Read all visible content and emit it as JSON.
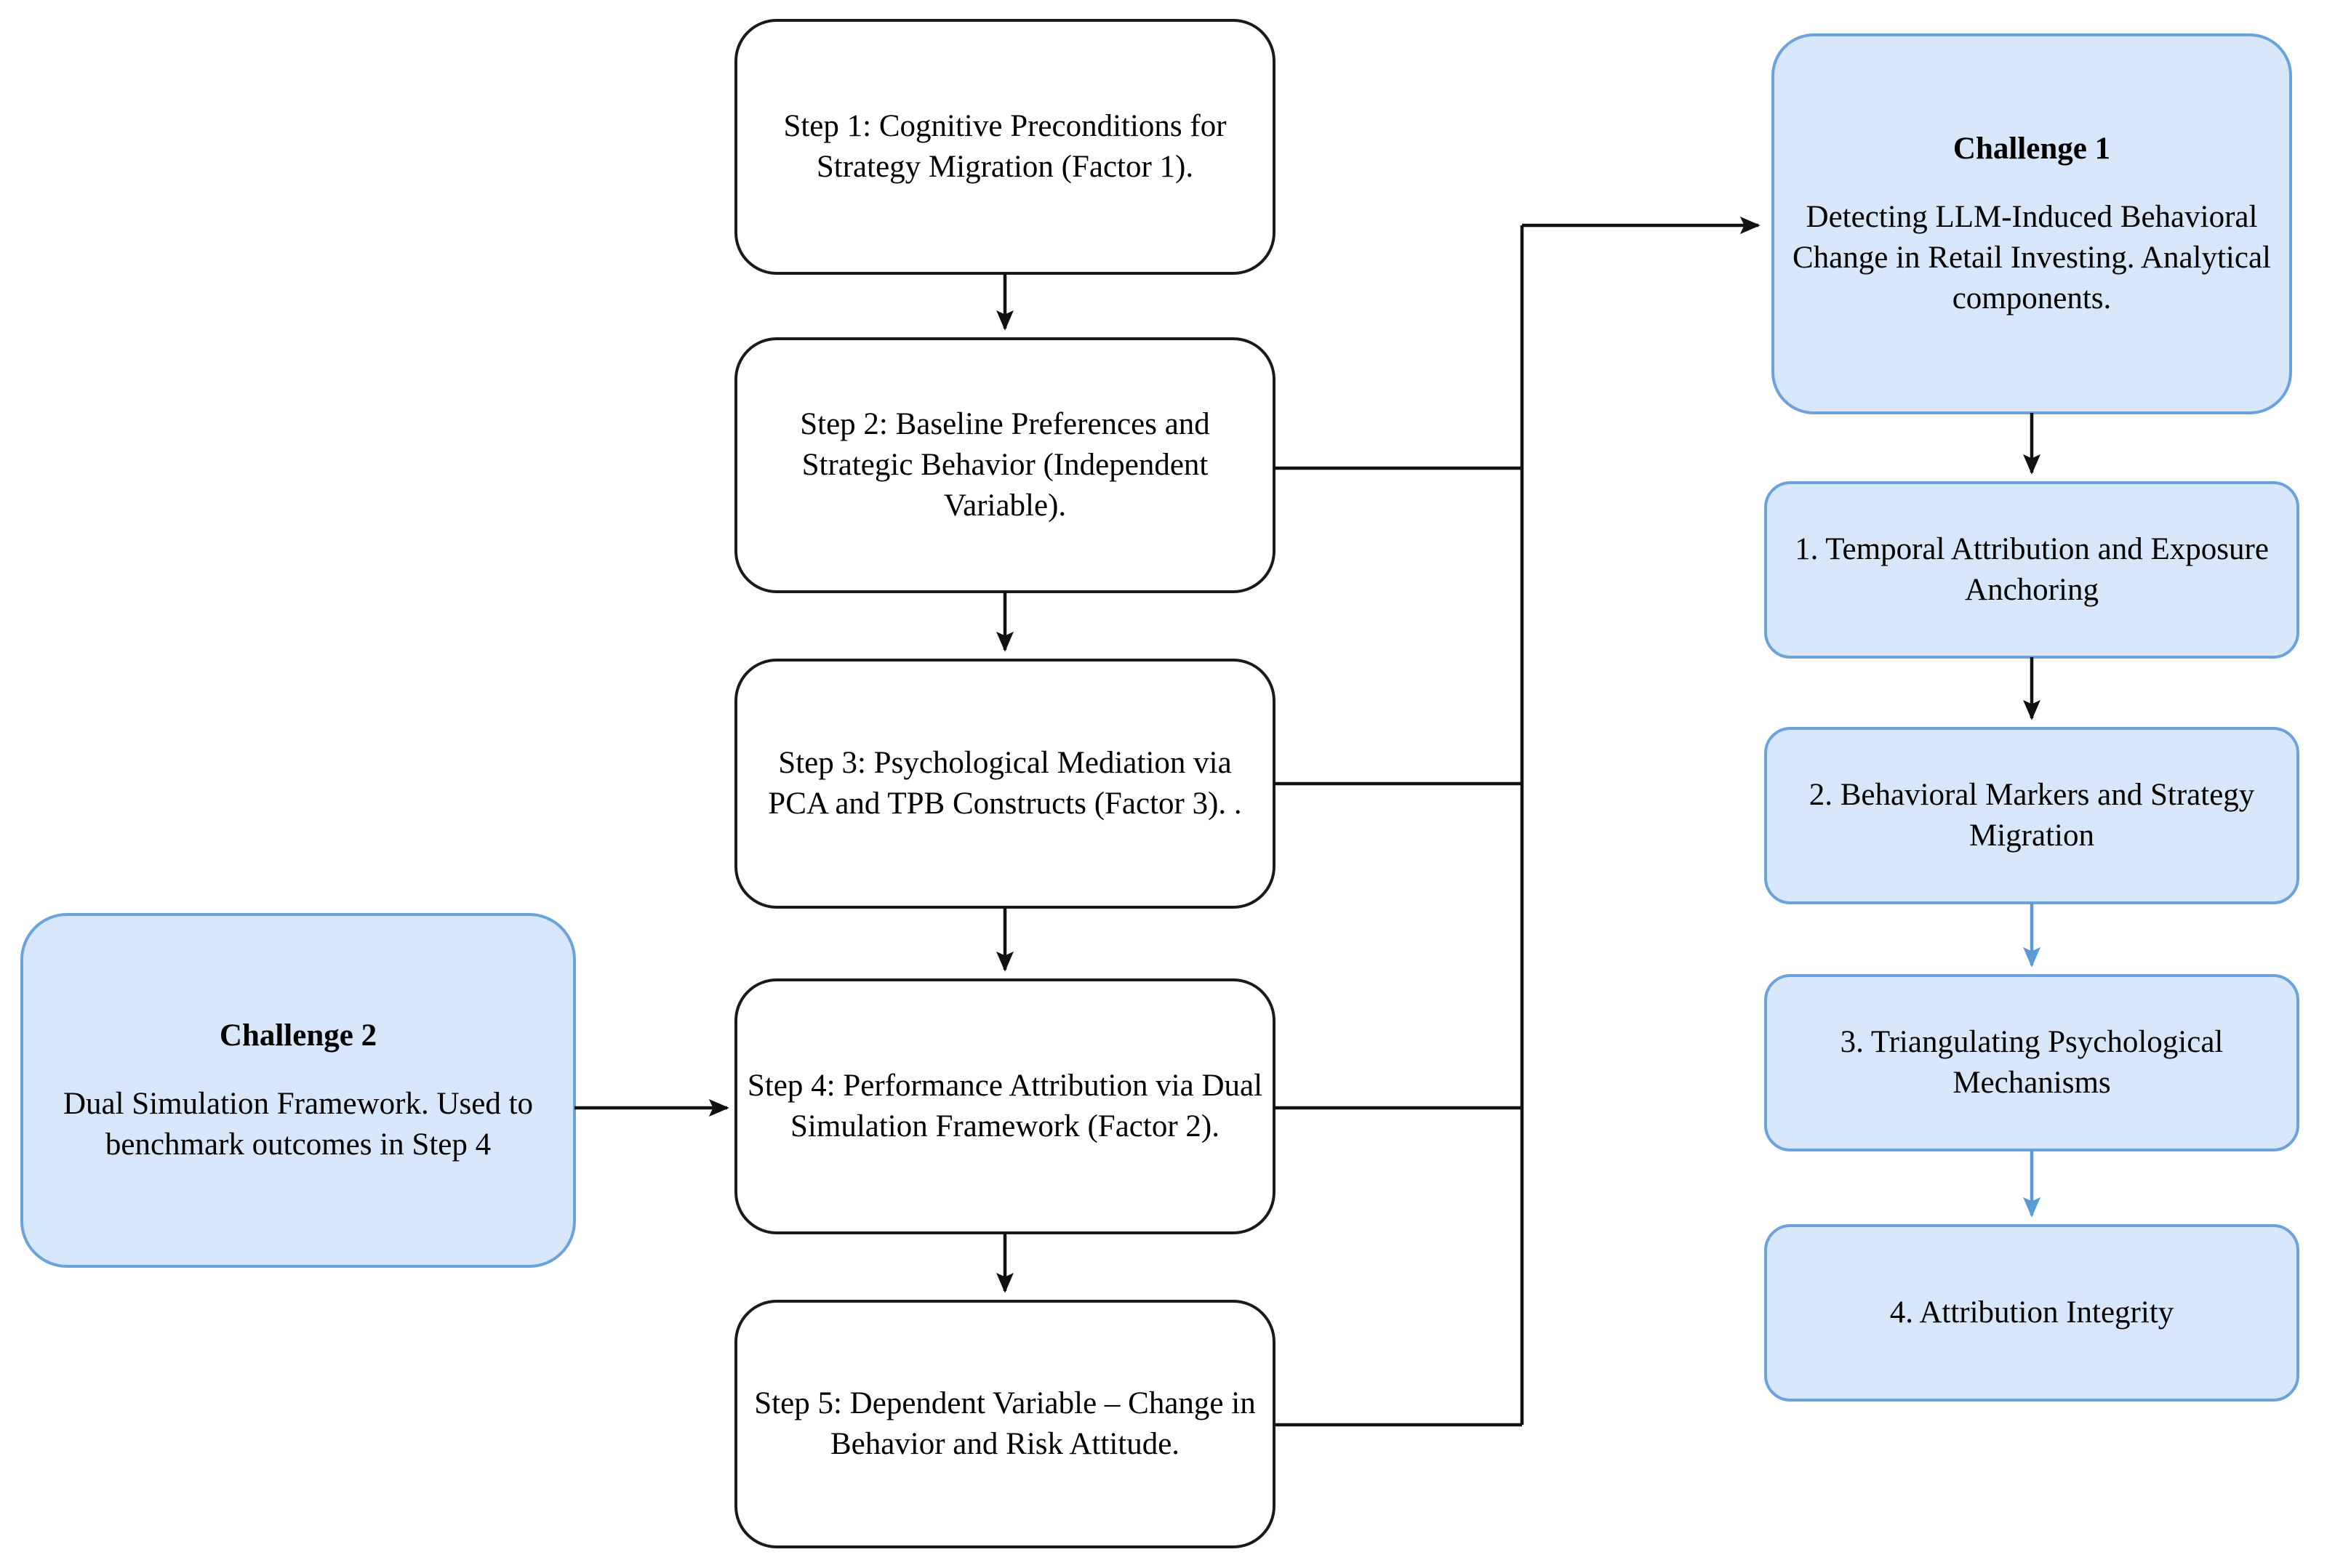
{
  "diagram": {
    "type": "flowchart",
    "background_color": "#ffffff",
    "palette": {
      "white_node_fill": "#ffffff",
      "white_node_border": "#1a1a1a",
      "blue_node_fill": "#d7e6f8",
      "blue_node_border": "#6aa3db",
      "black_edge": "#111111",
      "blue_edge": "#5b9bd5",
      "text_color": "#000000"
    },
    "steps": [
      {
        "id": "step-1",
        "text": "Step 1: Cognitive Preconditions for Strategy Migration (Factor 1)."
      },
      {
        "id": "step-2",
        "text": "Step 2: Baseline Preferences and Strategic Behavior (Independent Variable)."
      },
      {
        "id": "step-3",
        "text": "Step 3: Psychological Mediation via PCA and TPB Constructs (Factor 3). ."
      },
      {
        "id": "step-4",
        "text": "Step 4: Performance Attribution via Dual Simulation Framework  (Factor 2)."
      },
      {
        "id": "step-5",
        "text": "Step 5: Dependent Variable – Change in Behavior and Risk Attitude."
      }
    ],
    "challenge_1": {
      "title": "Challenge 1",
      "body": "Detecting LLM-Induced Behavioral Change in Retail Investing. Analytical components."
    },
    "challenge_2": {
      "title": "Challenge 2",
      "body": "Dual Simulation Framework. Used to benchmark outcomes in Step 4"
    },
    "components": [
      {
        "id": "component-1",
        "text": "1. Temporal Attribution and Exposure Anchoring"
      },
      {
        "id": "component-2",
        "text": "2. Behavioral Markers and Strategy Migration"
      },
      {
        "id": "component-3",
        "text": "3. Triangulating Psychological Mechanisms"
      },
      {
        "id": "component-4",
        "text": "4. Attribution Integrity"
      }
    ],
    "edges": [
      {
        "id": "edge-step1-step2",
        "from": "step-1",
        "to": "step-2",
        "color": "#111111",
        "style": "straight-arrow"
      },
      {
        "id": "edge-step2-step3",
        "from": "step-2",
        "to": "step-3",
        "color": "#111111",
        "style": "straight-arrow"
      },
      {
        "id": "edge-step3-step4",
        "from": "step-3",
        "to": "step-4",
        "color": "#111111",
        "style": "straight-arrow"
      },
      {
        "id": "edge-step4-step5",
        "from": "step-4",
        "to": "step-5",
        "color": "#111111",
        "style": "straight-arrow"
      },
      {
        "id": "edge-bus-challenge1",
        "from": "steps-2-3-4-5",
        "to": "challenge-1",
        "color": "#111111",
        "style": "orthogonal-bus-arrow"
      },
      {
        "id": "edge-challenge2-step4",
        "from": "challenge-2",
        "to": "step-4",
        "color": "#111111",
        "style": "straight-arrow"
      },
      {
        "id": "edge-challenge1-component1",
        "from": "challenge-1",
        "to": "component-1",
        "color": "#111111",
        "style": "straight-arrow"
      },
      {
        "id": "edge-component1-component2",
        "from": "component-1",
        "to": "component-2",
        "color": "#111111",
        "style": "straight-arrow"
      },
      {
        "id": "edge-component2-component3",
        "from": "component-2",
        "to": "component-3",
        "color": "#5b9bd5",
        "style": "straight-arrow"
      },
      {
        "id": "edge-component3-component4",
        "from": "component-3",
        "to": "component-4",
        "color": "#5b9bd5",
        "style": "straight-arrow"
      }
    ]
  }
}
